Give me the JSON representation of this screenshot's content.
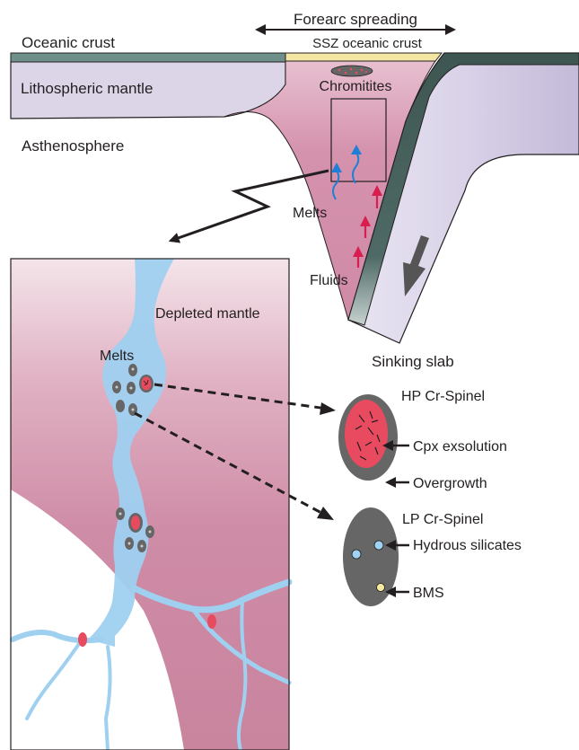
{
  "labels": {
    "forearc_spreading": "Forearc spreading",
    "ssz_oceanic_crust": "SSZ oceanic crust",
    "oceanic_crust": "Oceanic crust",
    "lithospheric_mantle": "Lithospheric mantle",
    "chromitites": "Chromitites",
    "asthenosphere": "Asthenosphere",
    "melts_upper": "Melts",
    "fluids": "Fluids",
    "sinking_slab": "Sinking slab",
    "depleted_mantle": "Depleted mantle",
    "melts_inset": "Melts",
    "hp_cr_spinel": "HP Cr-Spinel",
    "cpx_exsolution": "Cpx exsolution",
    "overgrowth": "Overgrowth",
    "lp_cr_spinel": "LP Cr-Spinel",
    "hydrous_silicates": "Hydrous silicates",
    "bms": "BMS"
  },
  "colors": {
    "lithosphere": "#dcd5e8",
    "wedge_pink": "#cf8aa6",
    "inset_pink": "#c9849e",
    "crust_green": "#6f8f8a",
    "ssz_yellow": "#f3e6a2",
    "slab_dark": "#3e5652",
    "melt_blue": "#9fd0f0",
    "spinel_gray": "#666666",
    "spinel_red": "#e84b5f",
    "fluid_arrow": "#d81e4f",
    "melt_arrow": "#1f7fd6",
    "hydrous_blue": "#9fd3f5",
    "bms_yellow": "#f5eaa0"
  }
}
